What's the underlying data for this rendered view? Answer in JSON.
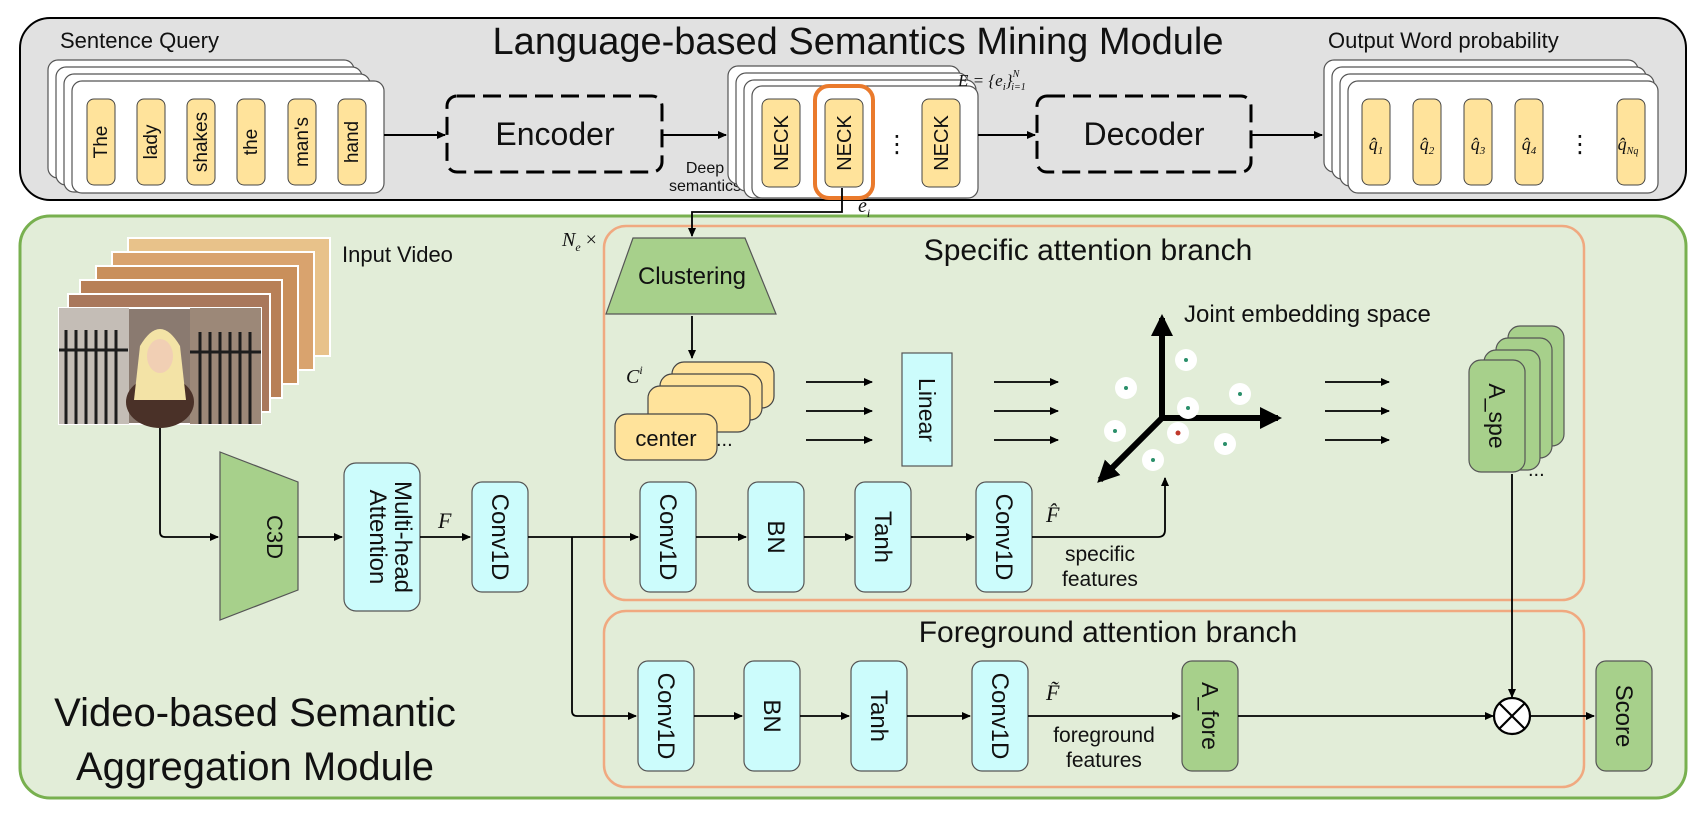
{
  "language_module": {
    "title": "Language-based Semantics Mining Module",
    "sentence_query_label": "Sentence Query",
    "words": [
      "The",
      "lady",
      "shakes",
      "the",
      "man's",
      "hand"
    ],
    "encoder_label": "Encoder",
    "deep_semantics_label": "Deep semantics",
    "neck_label": "NECK",
    "ellipsis": "⋮",
    "embedding_set_label": "E = {e_i}_{i=1}^{N_e}",
    "decoder_label": "Decoder",
    "output_label": "Output Word probability",
    "output_tokens": [
      "q̂1",
      "q̂2",
      "q̂3",
      "q̂4",
      "q̂Nq"
    ],
    "ei_label": "e_i"
  },
  "video_module": {
    "title_line1": "Video-based Semantic",
    "title_line2": "Aggregation Module",
    "input_video_label": "Input Video",
    "c3d_label": "C3D",
    "mha_label_line1": "Multi-head",
    "mha_label_line2": "Attention",
    "f_label": "F",
    "conv1d_label": "Conv1D",
    "ne_label": "N_e ×"
  },
  "specific_branch": {
    "title": "Specific attention branch",
    "clustering_label": "Clustering",
    "ci_label": "C^i",
    "center_label": "center",
    "dots": "...",
    "linear_label": "Linear",
    "joint_space_label": "Joint embedding space",
    "a_spe_label": "A_spe",
    "conv1d_label": "Conv1D",
    "bn_label": "BN",
    "tanh_label": "Tanh",
    "f_hat_label": "F̂",
    "features_line1": "specific",
    "features_line2": "features"
  },
  "foreground_branch": {
    "title": "Foreground attention branch",
    "conv1d_label": "Conv1D",
    "bn_label": "BN",
    "tanh_label": "Tanh",
    "f_tilde_label": "F̃",
    "features_line1": "foreground",
    "features_line2": "features",
    "a_fore_label": "A_fore",
    "score_label": "Score"
  },
  "colors": {
    "top_panel_bg": "#e1e1e1",
    "bottom_panel_bg": "#e2edd8",
    "bottom_panel_border": "#78b04f",
    "branch_border": "#f0a980",
    "token_fill": "#ffe39b",
    "cyan_fill": "#ccfcfc",
    "green_fill": "#a7d08b",
    "highlight": "#ea7a2c"
  }
}
